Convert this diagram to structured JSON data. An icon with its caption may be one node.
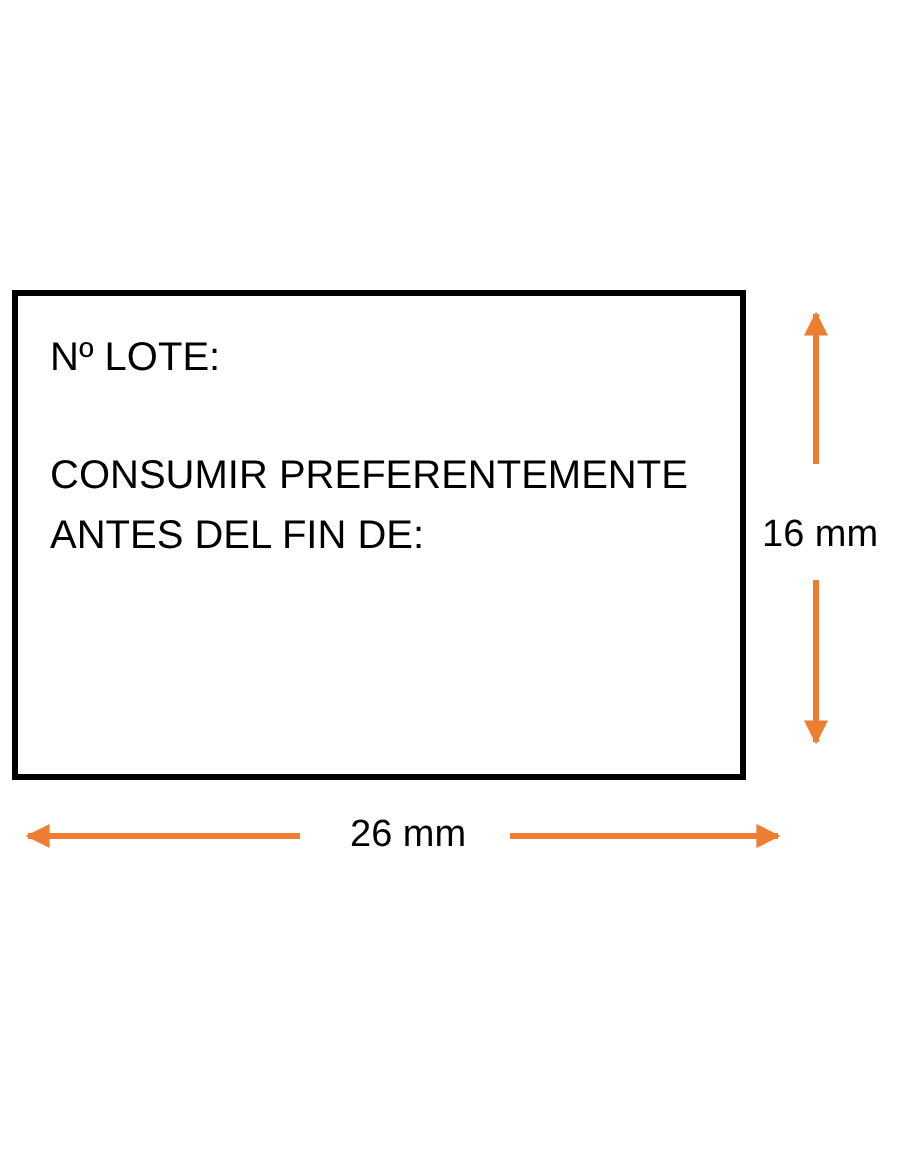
{
  "diagram": {
    "nodes": [
      {
        "text": [
          "Nº LOTE:",
          "CONSUMIR PREFERENTEMENTE ANTES DEL FIN DE:"
        ]
      }
    ],
    "labels": [
      "16 mm",
      "26 mm"
    ]
  }
}
